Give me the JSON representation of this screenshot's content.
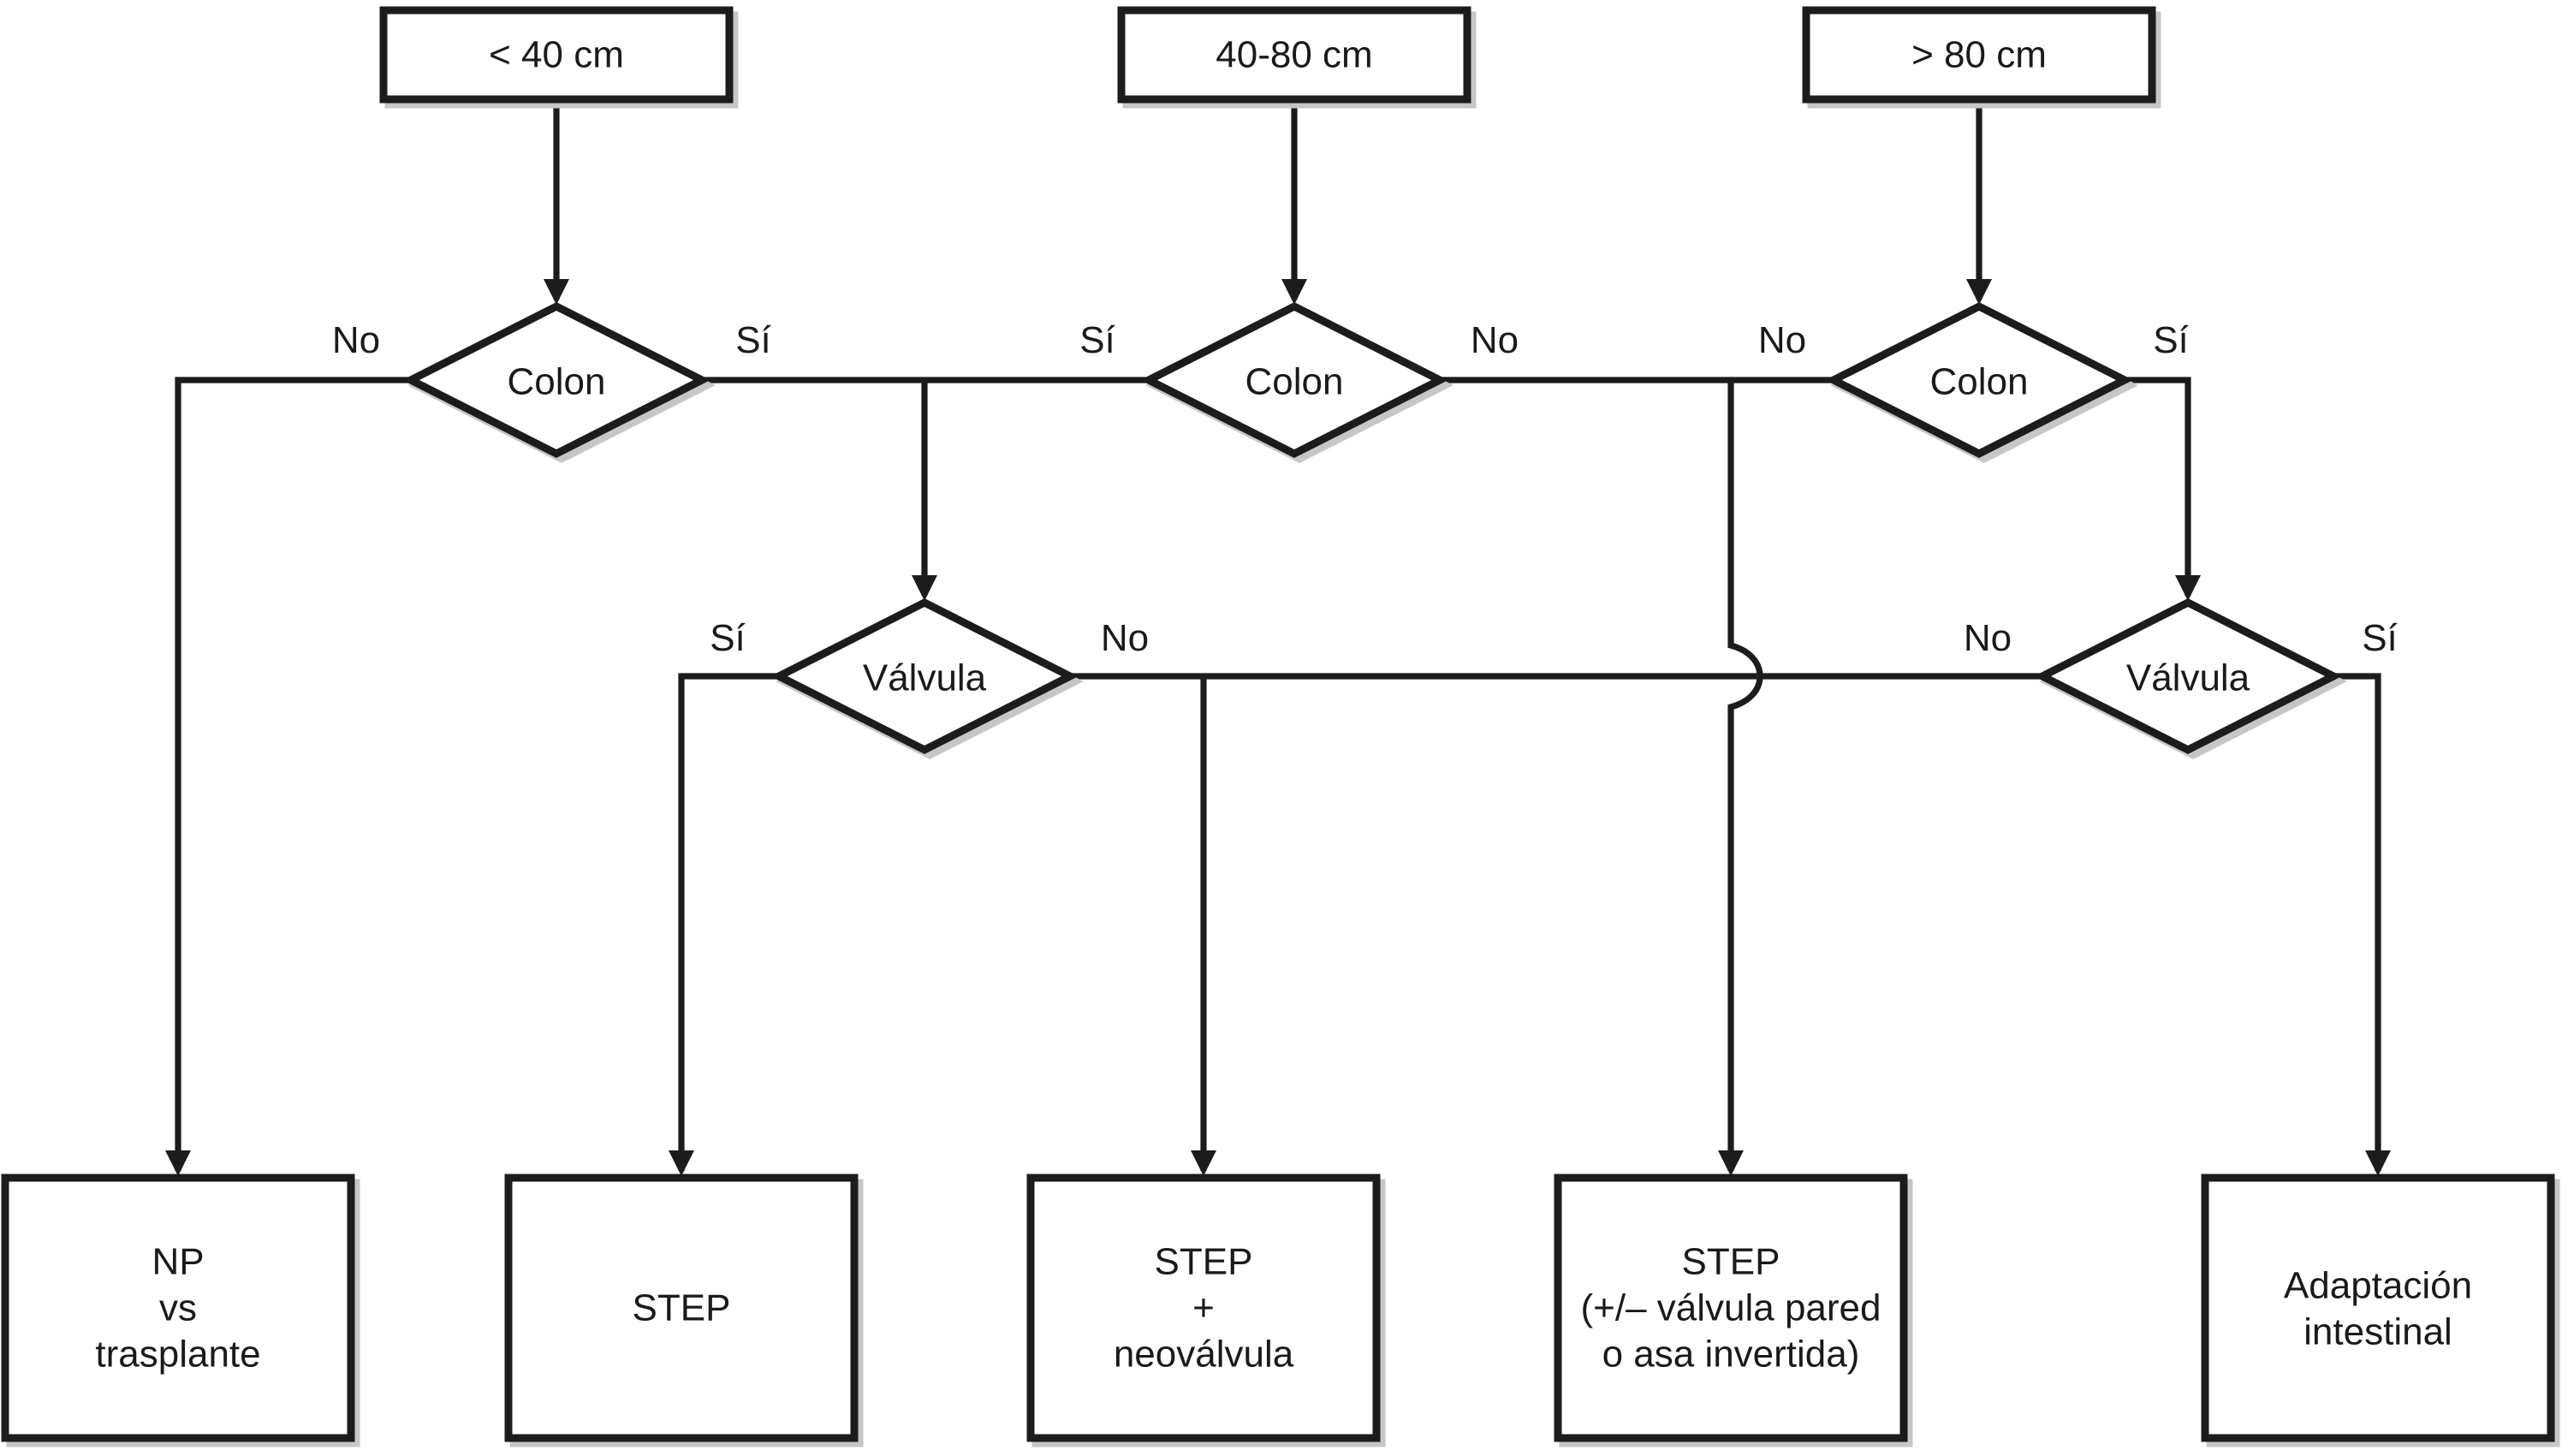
{
  "diagram": {
    "colors": {
      "line": "#1c1c1c",
      "shadow": "#c6c6c6",
      "background": "#ffffff",
      "text": "#1a1a1a"
    },
    "top_boxes": [
      {
        "label": "< 40 cm"
      },
      {
        "label": "40-80 cm"
      },
      {
        "label": "> 80 cm"
      }
    ],
    "decisions": [
      {
        "label": "Colon",
        "left": "No",
        "right": "Sí"
      },
      {
        "label": "Colon",
        "left": "Sí",
        "right": "No"
      },
      {
        "label": "Colon",
        "left": "No",
        "right": "Sí"
      },
      {
        "label": "Válvula",
        "left": "Sí",
        "right": "No"
      },
      {
        "label": "Válvula",
        "left": "No",
        "right": "Sí"
      }
    ],
    "outcome_boxes": [
      {
        "lines": [
          "NP",
          "vs",
          "trasplante"
        ]
      },
      {
        "lines": [
          "STEP"
        ]
      },
      {
        "lines": [
          "STEP",
          "+",
          "neoválvula"
        ]
      },
      {
        "lines": [
          "STEP",
          "(+/– válvula pared",
          "o asa invertida)"
        ]
      },
      {
        "lines": [
          "Adaptación",
          "intestinal"
        ]
      }
    ]
  }
}
